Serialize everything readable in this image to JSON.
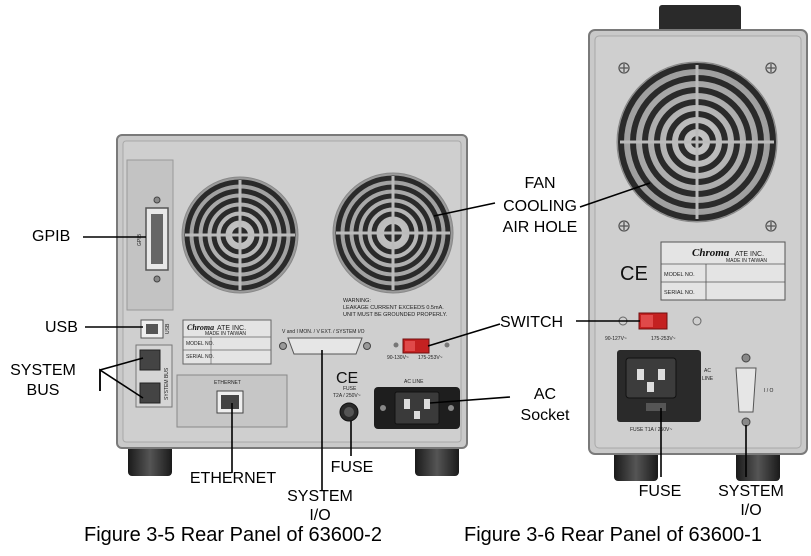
{
  "labels": {
    "gpib": "GPIB",
    "usb": "USB",
    "system_bus_1": "SYSTEM",
    "system_bus_2": "BUS",
    "ethernet": "ETHERNET",
    "system_io_1": "SYSTEM",
    "system_io_2": "I/O",
    "fuse": "FUSE",
    "fan_1": "FAN",
    "fan_2": "COOLING",
    "fan_3": "AIR HOLE",
    "switch": "SWITCH",
    "ac_1": "AC",
    "ac_2": "Socket",
    "fuse_right": "FUSE",
    "system_io_right_1": "SYSTEM",
    "system_io_right_2": "I/O"
  },
  "panel_2": {
    "gpib_tag": "GPIB",
    "usb_tag": "USB",
    "sysbus_tag": "SYSTEM BUS",
    "ethernet_tag": "ETHERNET",
    "warning_1": "WARNING:",
    "warning_2": "LEAKAGE CURRENT EXCEEDS 0.5mA.",
    "warning_3": "UNIT MUST BE GROUNDED PROPERLY.",
    "brand": "Chroma",
    "brand_suffix": "ATE INC.",
    "made_in": "MADE IN TAIWAN",
    "model_no": "MODEL NO.",
    "serial_no": "SERIAL NO.",
    "connector_tag": "V and I MON. / V EXT. / SYSTEM I/O",
    "ce": "CE",
    "voltage_low": "90-130V~",
    "voltage_high": "175-253V~",
    "fuse_tag": "FUSE",
    "fuse_rating": "T2A / 250V~",
    "ac_line": "AC LINE"
  },
  "panel_1": {
    "brand": "Chroma",
    "brand_suffix": "ATE INC.",
    "made_in": "MADE IN TAIWAN",
    "model_no": "MODEL NO.",
    "serial_no": "SERIAL NO.",
    "ce": "CE",
    "voltage_low": "90-127V~",
    "voltage_high": "175-253V~",
    "ac_line_1": "AC",
    "ac_line_2": "LINE",
    "io_tag": "I / O",
    "fuse_rating": "FUSE T1A / 250V~"
  },
  "captions": {
    "left": "Figure 3-5  Rear Panel of 63600-2",
    "right": "Figure 3-6  Rear Panel of 63600-1"
  }
}
